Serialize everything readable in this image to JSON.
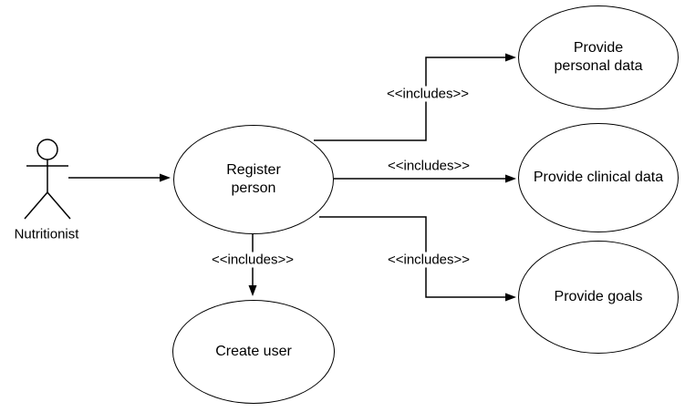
{
  "diagram_type": "uml-use-case",
  "colors": {
    "stroke": "#000000",
    "background": "#ffffff",
    "text": "#000000"
  },
  "actor": {
    "name": "Nutritionist"
  },
  "use_cases": [
    {
      "id": "register-person",
      "label": "Register\nperson"
    },
    {
      "id": "provide-personal-data",
      "label": "Provide\npersonal data"
    },
    {
      "id": "provide-clinical-data",
      "label": "Provide clinical data"
    },
    {
      "id": "provide-goals",
      "label": "Provide goals"
    },
    {
      "id": "create-user",
      "label": "Create user"
    }
  ],
  "relationships": [
    {
      "from": "Nutritionist",
      "to": "Register person",
      "label": ""
    },
    {
      "from": "Register person",
      "to": "Provide personal data",
      "label": "<<includes>>"
    },
    {
      "from": "Register person",
      "to": "Provide clinical data",
      "label": "<<includes>>"
    },
    {
      "from": "Register person",
      "to": "Provide goals",
      "label": "<<includes>>"
    },
    {
      "from": "Register person",
      "to": "Create user",
      "label": "<<includes>>"
    }
  ]
}
